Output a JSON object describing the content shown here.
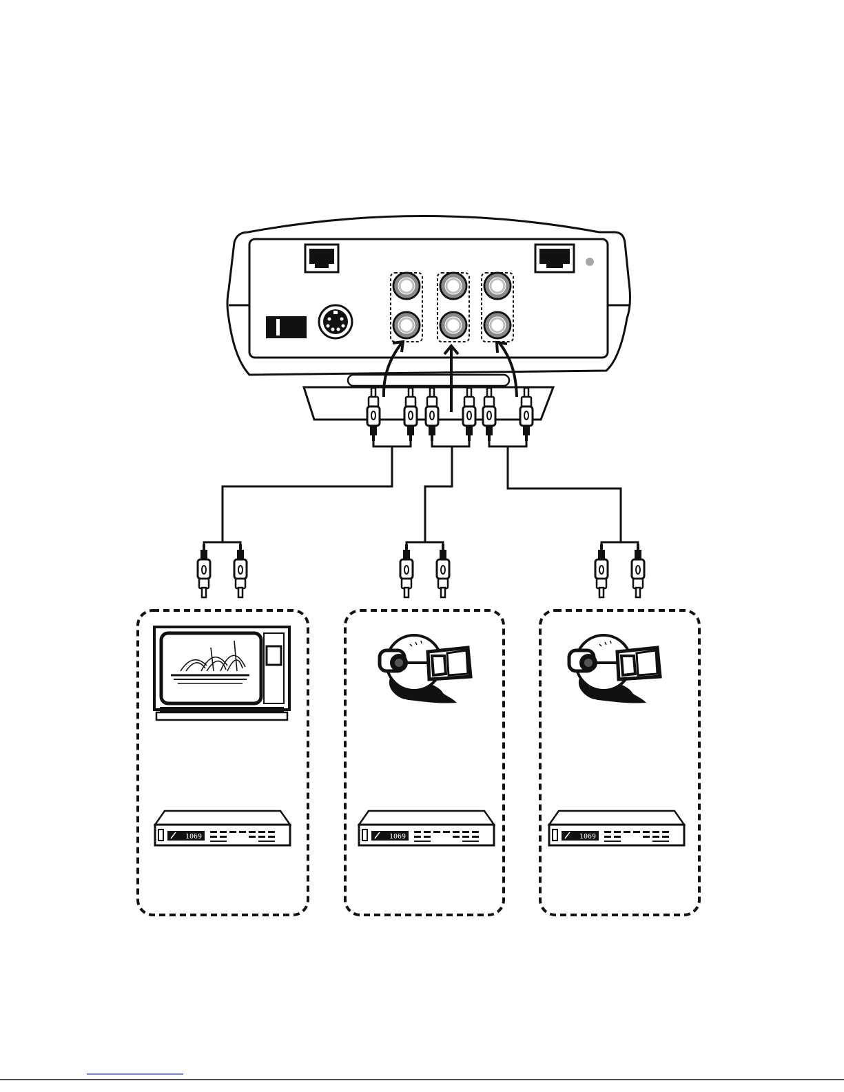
{
  "diagram": {
    "kind": "av-hookup-illustration",
    "device": {
      "name": "switch-box-rear-panel",
      "jack_groups": 3,
      "jacks_per_group": 2,
      "ports": [
        "rj-jack-left",
        "rj-jack-right",
        "mini-din-port",
        "slide-switch",
        "indicator-led"
      ]
    },
    "cables": [
      "cable-1",
      "cable-2",
      "cable-3"
    ],
    "destinations": [
      {
        "name": "tv-with-vcr",
        "devices": [
          "television-icon",
          "vcr-icon"
        ],
        "vcr_display": "1069"
      },
      {
        "name": "camera-with-vcr-1",
        "devices": [
          "camera-icon",
          "vcr-icon"
        ],
        "vcr_display": "1069"
      },
      {
        "name": "camera-with-vcr-2",
        "devices": [
          "camera-icon",
          "vcr-icon"
        ],
        "vcr_display": "1069"
      }
    ],
    "colors": {
      "ink": "#111111",
      "jack_outer_gray": "#8a8a8a",
      "jack_mid_gray": "#bdbdbd",
      "led": "#a8a8a8",
      "footer_link": "#3b5bdb"
    }
  }
}
